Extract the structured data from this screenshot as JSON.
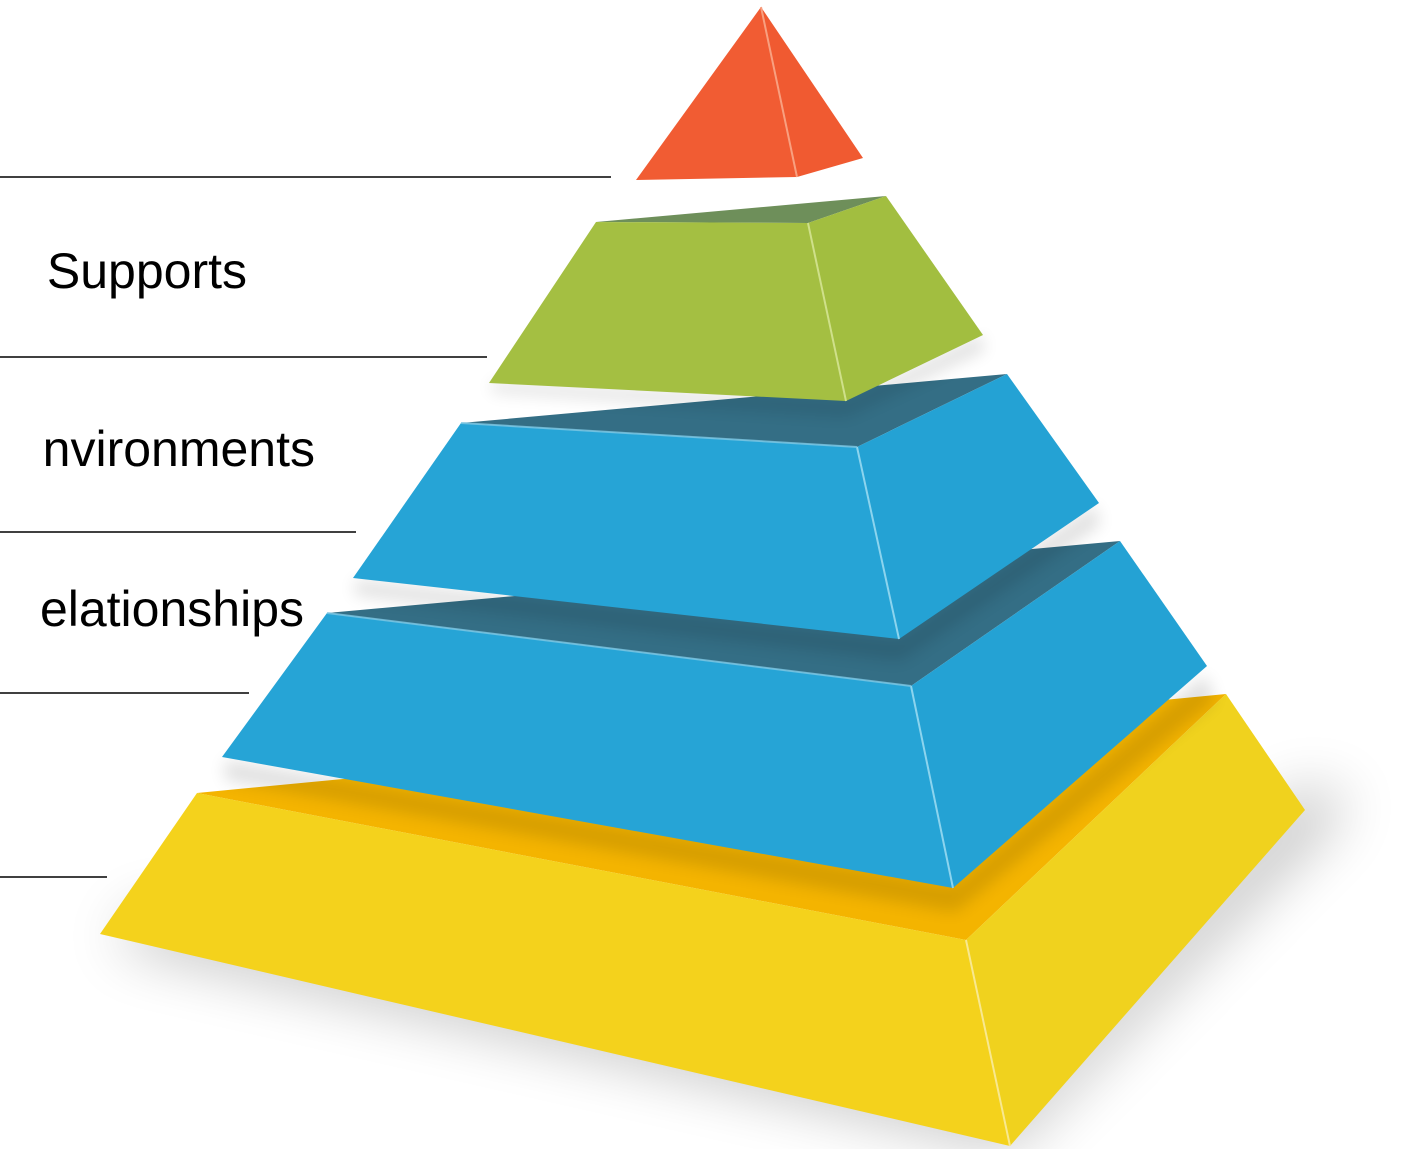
{
  "diagram": {
    "type": "pyramid",
    "colors": {
      "tier_apex": "#F15C33",
      "tier_2": "#A4BF42",
      "tier_3": "#26A4D6",
      "tier_4": "#26A4D6",
      "tier_base": "#F4D21C",
      "guide_line": "#000000"
    },
    "labels": {
      "supports": "Supports",
      "environments": "nvironments",
      "relationships": "elationships"
    }
  }
}
